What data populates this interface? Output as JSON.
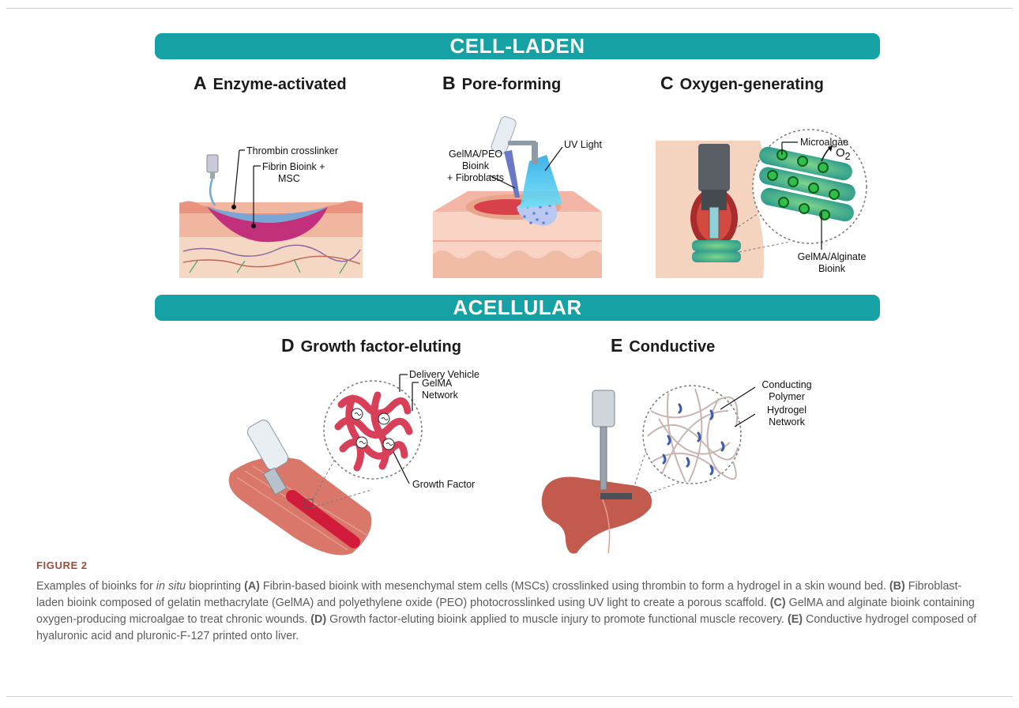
{
  "figure_label": "FIGURE 2",
  "banners": {
    "cell_laden": "CELL-LADEN",
    "acellular": "ACELLULAR"
  },
  "panels": {
    "a": {
      "letter": "A",
      "title": "Enzyme-activated",
      "labels": [
        "Thrombin crosslinker",
        "Fibrin Bioink +",
        "MSC"
      ]
    },
    "b": {
      "letter": "B",
      "title": "Pore-forming",
      "labels": [
        "GelMA/PEO",
        "Bioink",
        "+ Fibroblasts",
        "UV Light"
      ]
    },
    "c": {
      "letter": "C",
      "title": "Oxygen-generating",
      "labels": [
        "Microalgae",
        "O",
        "2",
        "GelMA/Alginate",
        "Bioink"
      ]
    },
    "d": {
      "letter": "D",
      "title": "Growth factor-eluting",
      "labels": [
        "Delivery Vehicle",
        "GelMA",
        "Network",
        "Growth Factor"
      ]
    },
    "e": {
      "letter": "E",
      "title": "Conductive",
      "labels": [
        "Conducting",
        "Polymer",
        "Hydrogel",
        "Network"
      ]
    }
  },
  "caption": {
    "intro_1": "Examples of bioinks for ",
    "intro_italic": "in situ",
    "intro_2": " bioprinting ",
    "a_tag": "(A)",
    "a_text": " Fibrin-based bioink with mesenchymal stem cells (MSCs) crosslinked using thrombin to form a hydrogel in a skin wound bed. ",
    "b_tag": "(B)",
    "b_text": " Fibroblast-laden bioink composed of gelatin methacrylate (GelMA) and polyethylene oxide (PEO) photocrosslinked using UV light to create a porous scaffold. ",
    "c_tag": "(C)",
    "c_text": " GelMA and alginate bioink containing oxygen-producing microalgae to treat chronic wounds. ",
    "d_tag": "(D)",
    "d_text": " Growth factor-eluting bioink applied to muscle injury to promote functional muscle recovery. ",
    "e_tag": "(E)",
    "e_text": " Conductive hydrogel composed of hyaluronic acid and pluronic-F-127 printed onto liver."
  },
  "colors": {
    "banner": "#16a2a4",
    "caption_text": "#5b5b5b",
    "figure_label": "#a04a3a",
    "bioink_magenta": "#c2307c",
    "skin": "#f2c0a8",
    "muscle": "#d9786a",
    "liver": "#c25a4e",
    "gelma": "#d8405a",
    "microalgae": "#2fbf4a"
  }
}
